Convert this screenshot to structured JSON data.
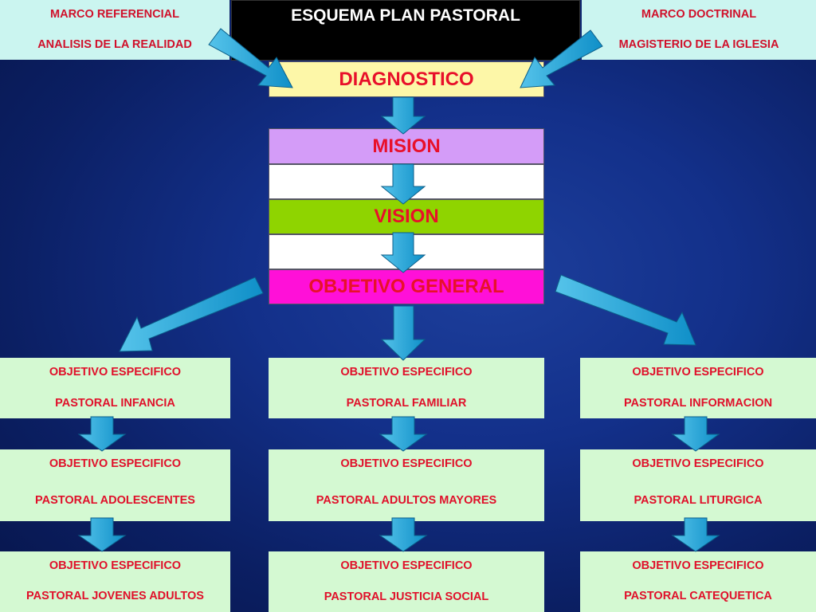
{
  "marco_referencial": {
    "line1": "MARCO REFERENCIAL",
    "line2": "ANALISIS DE LA REALIDAD"
  },
  "title": "ESQUEMA  PLAN  PASTORAL",
  "marco_doctrinal": {
    "line1": "MARCO DOCTRINAL",
    "line2": "MAGISTERIO DE LA IGLESIA"
  },
  "diagnostico": "DIAGNOSTICO",
  "mision": "MISION",
  "vision": "VISION",
  "objetivo_general": "OBJETIVO GENERAL",
  "especificos": [
    {
      "line1": "OBJETIVO ESPECIFICO",
      "line2": "PASTORAL INFANCIA"
    },
    {
      "line1": "OBJETIVO ESPECIFICO",
      "line2": "PASTORAL FAMILIAR"
    },
    {
      "line1": "OBJETIVO ESPECIFICO",
      "line2": "PASTORAL INFORMACION"
    },
    {
      "line1": "OBJETIVO ESPECIFICO",
      "line2": "PASTORAL ADOLESCENTES"
    },
    {
      "line1": "OBJETIVO ESPECIFICO",
      "line2": "PASTORAL ADULTOS MAYORES"
    },
    {
      "line1": "OBJETIVO ESPECIFICO",
      "line2": "PASTORAL LITURGICA"
    },
    {
      "line1": "OBJETIVO ESPECIFICO",
      "line2": "PASTORAL JOVENES ADULTOS"
    },
    {
      "line1": "OBJETIVO ESPECIFICO",
      "line2": "PASTORAL JUSTICIA SOCIAL"
    },
    {
      "line1": "OBJETIVO ESPECIFICO",
      "line2": "PASTORAL CATEQUETICA"
    }
  ],
  "colors": {
    "text_red": "#e0102a",
    "arrow_fill": "#1aa3d8",
    "diagnostico_bg": "#fdf7a8",
    "mision_bg": "#d49cf8",
    "vision_bg": "#8fd400",
    "objetivo_general_bg": "#ff10d8",
    "especifico_bg": "#d4f9d2",
    "marco_bg": "#cbf5f0"
  }
}
